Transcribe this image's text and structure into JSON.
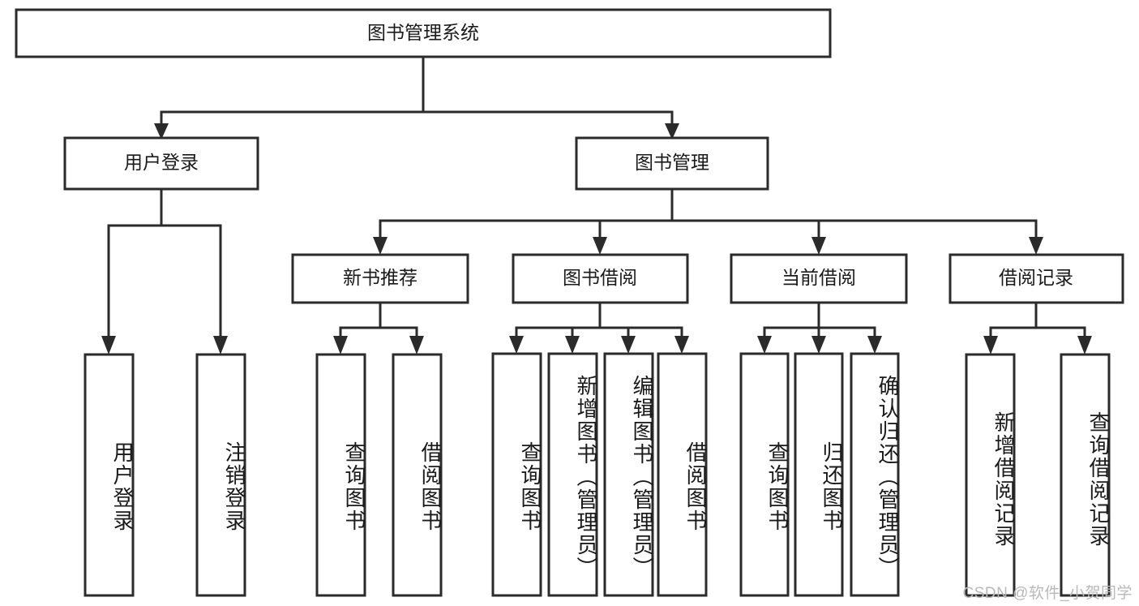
{
  "diagram": {
    "title": "图书管理系统",
    "type": "tree-hierarchy",
    "watermark": "CSDN @软件_小贺同学",
    "colors": {
      "box_stroke": "#2b2b2b",
      "box_fill": "#ffffff",
      "text": "#1a1a1a",
      "watermark": "#b9b9b9",
      "background": "#ffffff"
    },
    "root": {
      "label": "图书管理系统"
    },
    "level2": [
      {
        "label": "用户登录"
      },
      {
        "label": "图书管理"
      }
    ],
    "level3": [
      {
        "label": "新书推荐"
      },
      {
        "label": "图书借阅"
      },
      {
        "label": "当前借阅"
      },
      {
        "label": "借阅记录"
      }
    ],
    "leaves": {
      "user_login": [
        {
          "label": "用户登录"
        },
        {
          "label": "注销登录"
        }
      ],
      "new_book_recommend": [
        {
          "label": "查询图书"
        },
        {
          "label": "借阅图书"
        }
      ],
      "book_borrow": [
        {
          "label": "查询图书"
        },
        {
          "label": "新增图书（管理员）"
        },
        {
          "label": "编辑图书（管理员）"
        },
        {
          "label": "借阅图书"
        }
      ],
      "current_borrow": [
        {
          "label": "查询图书"
        },
        {
          "label": "归还图书"
        },
        {
          "label": "确认归还（管理员）"
        }
      ],
      "borrow_record": [
        {
          "label": "新增借阅记录"
        },
        {
          "label": "查询借阅记录"
        }
      ]
    }
  }
}
